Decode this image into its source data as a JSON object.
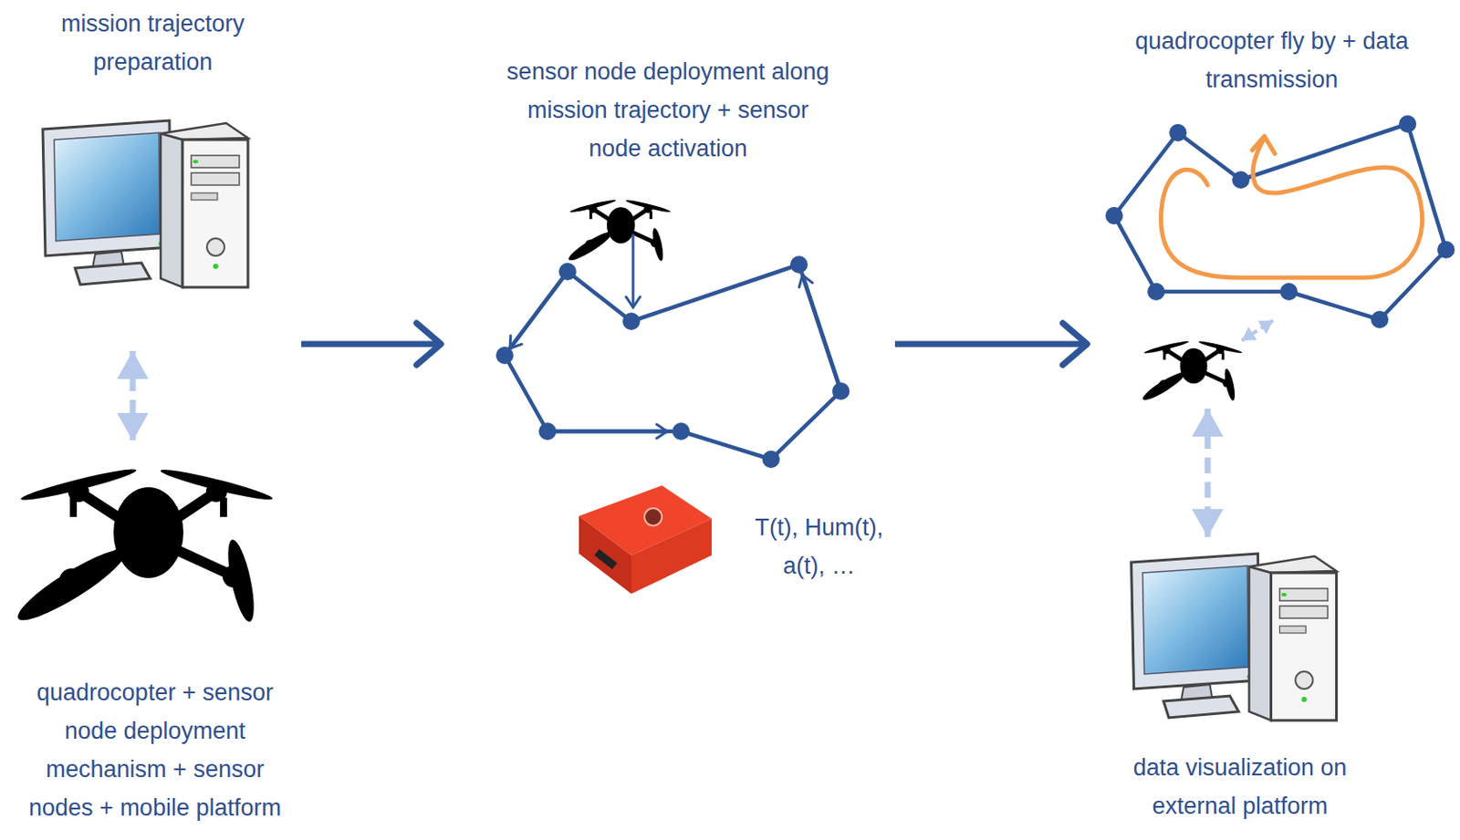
{
  "diagram": {
    "nodes": [
      {
        "text": [
          "mission trajectory preparation"
        ]
      },
      {
        "text": [
          "quadrocopter + sensor node deployment mechanism + sensor nodes + mobile platform"
        ]
      },
      {
        "text": [
          "sensor node deployment along mission trajectory + sensor node activation"
        ]
      },
      {
        "text": [
          "quadrocopter fly by + data transmission"
        ]
      },
      {
        "text": [
          "data visualization on external platform"
        ]
      }
    ],
    "edges": [
      {
        "from": 0,
        "to": 1,
        "arrow": "both"
      },
      {
        "from": 0,
        "to": 2,
        "arrow": "to"
      },
      {
        "from": 2,
        "to": 3,
        "arrow": "to"
      },
      {
        "from": 3,
        "to": 4,
        "arrow": "both"
      }
    ],
    "labels": [
      "T(t), Hum(t), a(t), …"
    ]
  }
}
